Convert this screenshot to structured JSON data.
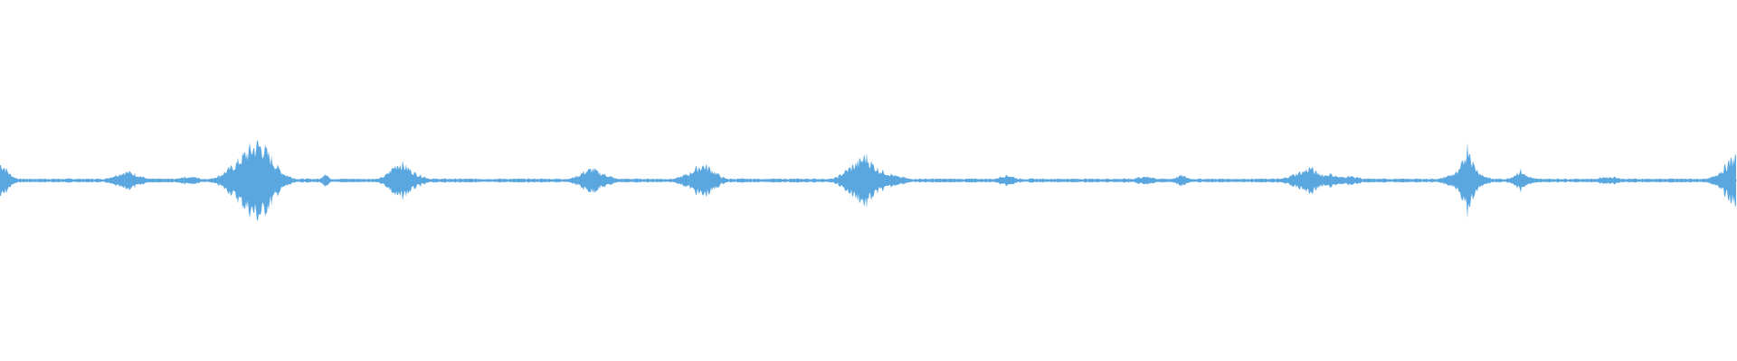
{
  "waveform": {
    "color": "#5aa7e0",
    "amplitude_envelope": [
      0.1,
      0.08,
      0.04,
      0.02,
      0.01,
      0.01,
      0.01,
      0.01,
      0.01,
      0.01,
      0.01,
      0.01,
      0.01,
      0.01,
      0.01,
      0.01,
      0.01,
      0.01,
      0.01,
      0.01,
      0.01,
      0.01,
      0.01,
      0.02,
      0.03,
      0.04,
      0.05,
      0.05,
      0.04,
      0.03,
      0.02,
      0.01,
      0.01,
      0.01,
      0.01,
      0.01,
      0.01,
      0.01,
      0.02,
      0.02,
      0.02,
      0.02,
      0.01,
      0.01,
      0.01,
      0.02,
      0.03,
      0.05,
      0.07,
      0.09,
      0.12,
      0.15,
      0.18,
      0.2,
      0.22,
      0.2,
      0.16,
      0.12,
      0.08,
      0.05,
      0.03,
      0.02,
      0.01,
      0.01,
      0.01,
      0.01,
      0.01,
      0.01,
      0.05,
      0.01,
      0.01,
      0.01,
      0.01,
      0.01,
      0.01,
      0.01,
      0.01,
      0.01,
      0.01,
      0.01,
      0.02,
      0.04,
      0.07,
      0.1,
      0.1,
      0.08,
      0.06,
      0.04,
      0.03,
      0.02,
      0.01,
      0.01,
      0.01,
      0.01,
      0.01,
      0.01,
      0.01,
      0.01,
      0.01,
      0.01,
      0.01,
      0.01,
      0.01,
      0.01,
      0.01,
      0.01,
      0.01,
      0.01,
      0.01,
      0.01,
      0.01,
      0.01,
      0.01,
      0.01,
      0.01,
      0.01,
      0.01,
      0.01,
      0.01,
      0.01,
      0.02,
      0.03,
      0.05,
      0.06,
      0.07,
      0.05,
      0.04,
      0.03,
      0.02,
      0.01,
      0.01,
      0.01,
      0.01,
      0.01,
      0.01,
      0.01,
      0.01,
      0.01,
      0.01,
      0.01,
      0.01,
      0.01,
      0.02,
      0.03,
      0.04,
      0.06,
      0.08,
      0.09,
      0.08,
      0.06,
      0.04,
      0.02,
      0.01,
      0.01,
      0.01,
      0.01,
      0.01,
      0.01,
      0.01,
      0.01,
      0.01,
      0.01,
      0.01,
      0.01,
      0.01,
      0.01,
      0.01,
      0.01,
      0.01,
      0.01,
      0.01,
      0.01,
      0.01,
      0.01,
      0.01,
      0.02,
      0.04,
      0.06,
      0.08,
      0.1,
      0.12,
      0.15,
      0.11,
      0.08,
      0.06,
      0.05,
      0.04,
      0.03,
      0.02,
      0.02,
      0.01,
      0.01,
      0.01,
      0.01,
      0.01,
      0.01,
      0.01,
      0.01,
      0.01,
      0.01,
      0.01,
      0.01,
      0.01,
      0.01,
      0.01,
      0.01,
      0.01,
      0.01,
      0.01,
      0.02,
      0.03,
      0.03,
      0.02,
      0.01,
      0.01,
      0.01,
      0.01,
      0.01,
      0.01,
      0.01,
      0.01,
      0.01,
      0.01,
      0.01,
      0.01,
      0.01,
      0.01,
      0.01,
      0.01,
      0.01,
      0.01,
      0.01,
      0.01,
      0.01,
      0.01,
      0.01,
      0.01,
      0.01,
      0.02,
      0.02,
      0.02,
      0.02,
      0.01,
      0.01,
      0.01,
      0.01,
      0.02,
      0.03,
      0.02,
      0.01,
      0.01,
      0.01,
      0.01,
      0.01,
      0.01,
      0.01,
      0.01,
      0.01,
      0.01,
      0.01,
      0.01,
      0.01,
      0.01,
      0.01,
      0.01,
      0.01,
      0.01,
      0.01,
      0.01,
      0.02,
      0.03,
      0.04,
      0.05,
      0.06,
      0.08,
      0.05,
      0.04,
      0.03,
      0.04,
      0.03,
      0.02,
      0.02,
      0.03,
      0.02,
      0.02,
      0.01,
      0.01,
      0.01,
      0.01,
      0.01,
      0.01,
      0.01,
      0.01,
      0.01,
      0.01,
      0.01,
      0.01,
      0.01,
      0.01,
      0.01,
      0.01,
      0.01,
      0.02,
      0.03,
      0.04,
      0.05,
      0.12,
      0.22,
      0.1,
      0.06,
      0.03,
      0.02,
      0.01,
      0.01,
      0.01,
      0.01,
      0.02,
      0.04,
      0.06,
      0.03,
      0.02,
      0.01,
      0.01,
      0.01,
      0.01,
      0.01,
      0.01,
      0.01,
      0.01,
      0.01,
      0.01,
      0.01,
      0.01,
      0.01,
      0.01,
      0.02,
      0.02,
      0.02,
      0.02,
      0.01,
      0.01,
      0.01,
      0.01,
      0.01,
      0.01,
      0.01,
      0.01,
      0.01,
      0.01,
      0.01,
      0.01,
      0.01,
      0.01,
      0.01,
      0.01,
      0.01,
      0.01,
      0.01,
      0.02,
      0.04,
      0.06,
      0.09,
      0.12,
      0.15
    ]
  }
}
